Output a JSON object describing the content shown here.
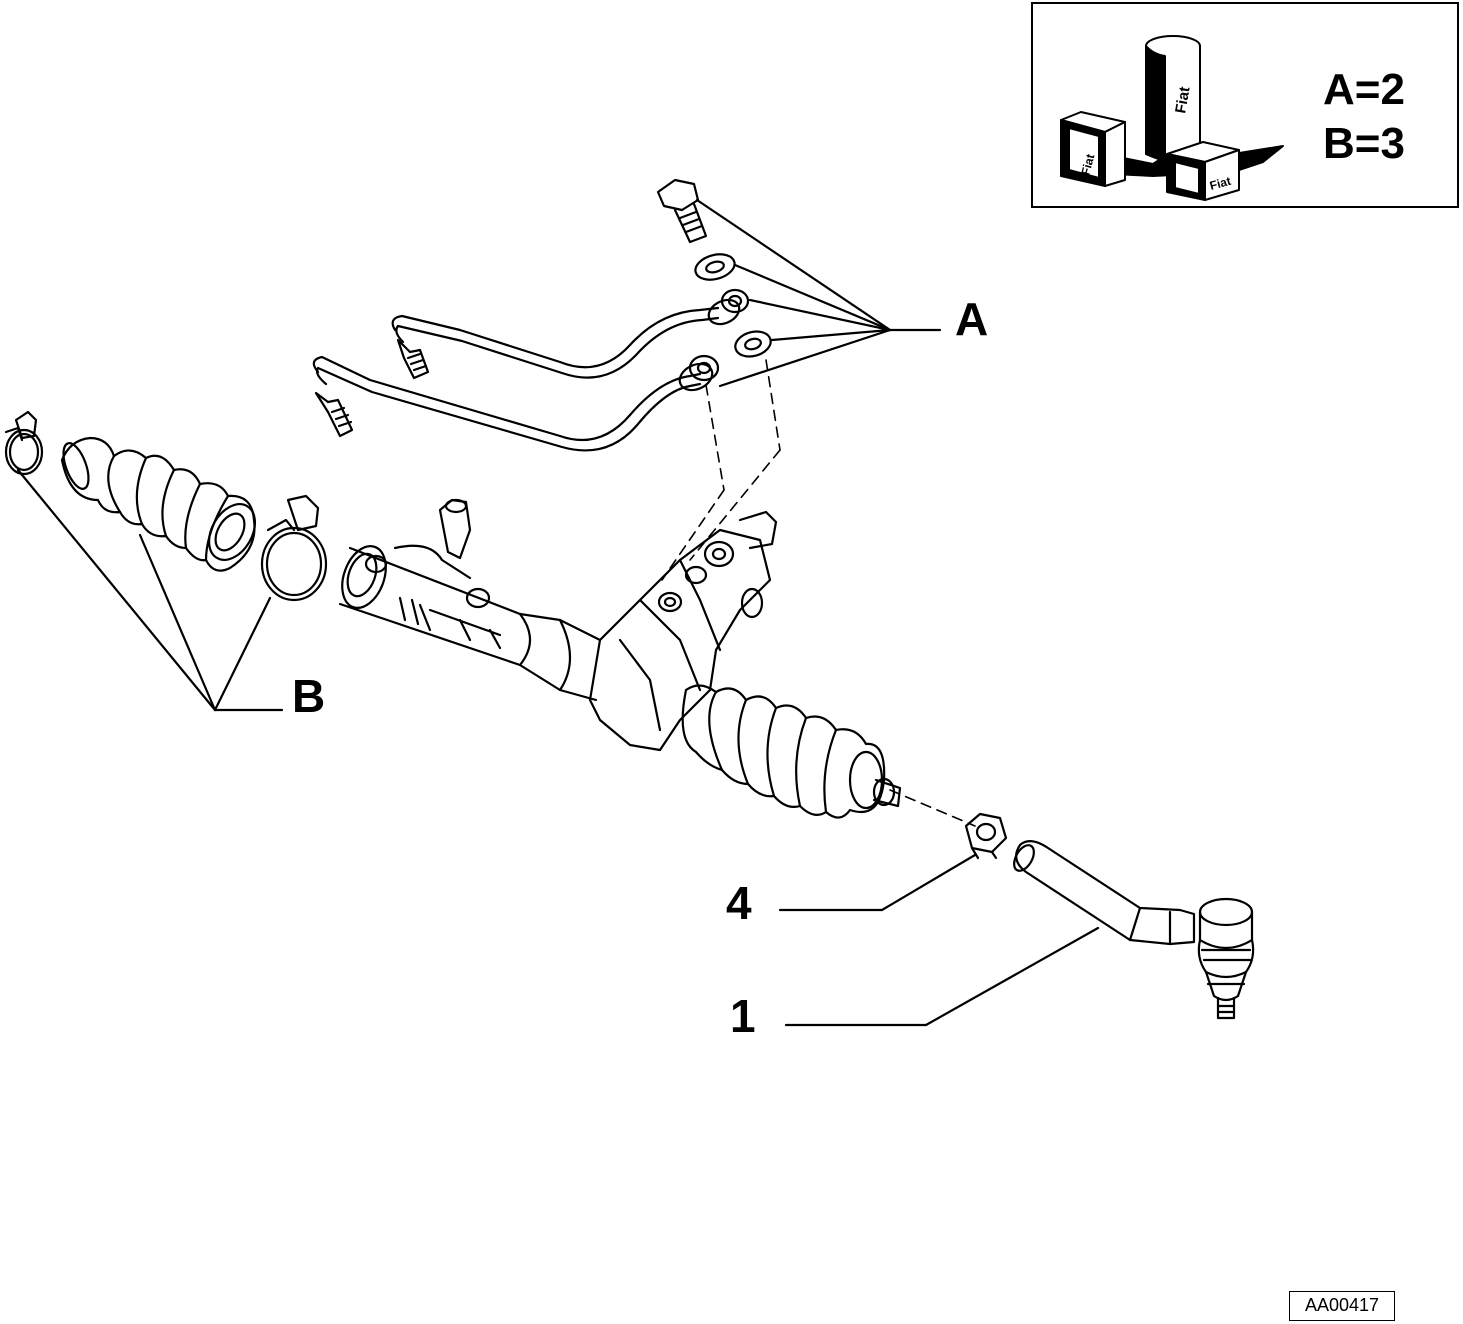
{
  "callouts": {
    "A": "A",
    "B": "B",
    "four": "4",
    "one": "1"
  },
  "inset": {
    "line_a": "A=2",
    "line_b": "B=3",
    "brand": "Fiat"
  },
  "reference_code": "AA00417"
}
